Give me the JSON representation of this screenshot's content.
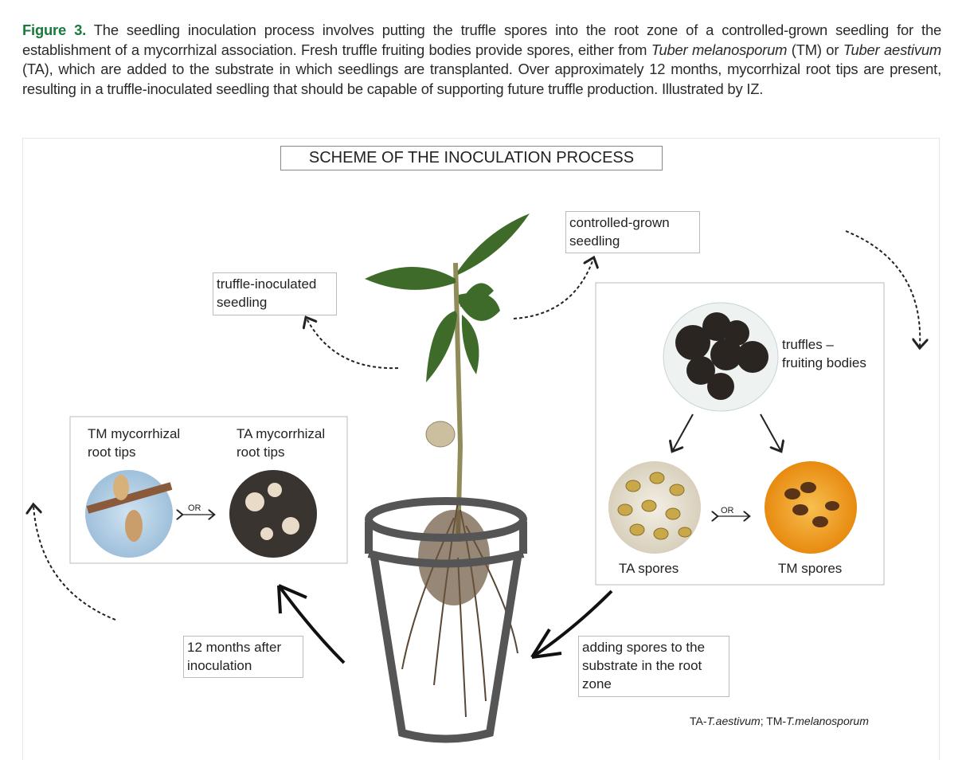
{
  "caption": {
    "label": "Figure 3.",
    "text1": " The seedling inoculation process involves putting the truffle spores into the root zone of a controlled-grown seedling for the establishment of a mycorrhizal association. Fresh truffle fruiting bodies provide spores, either from ",
    "italic1": "Tuber melanosporum",
    "text2": " (TM) or ",
    "italic2": "Tuber aestivum",
    "text3": " (TA), which are added to the substrate in which seedlings are transplanted. Over approximately 12 months, mycorrhizal root tips are present, resulting in a truffle-inoculated seedling that should be capable of supporting future truffle production. Illustrated by IZ."
  },
  "figure": {
    "title": "SCHEME OF THE INOCULATION PROCESS",
    "controlled_seedling": [
      "controlled-grown",
      "seedling"
    ],
    "inoculated_seedling": [
      "truffle-inoculated",
      "seedling"
    ],
    "truffles": [
      "truffles –",
      "fruiting bodies"
    ],
    "ta_spores": "TA spores",
    "tm_spores": "TM spores",
    "or": "OR",
    "tm_root": [
      "TM mycorrhizal",
      "root tips"
    ],
    "ta_root": [
      "TA mycorrhizal",
      "root tips"
    ],
    "months": [
      "12 months after",
      "inoculation"
    ],
    "adding": [
      "adding spores to the",
      "substrate in the root",
      "zone"
    ],
    "footnote": {
      "ta": "TA-",
      "ta_name": "T.aestivum",
      "sep": "; TM-",
      "tm_name": "T.melanosporum"
    }
  }
}
